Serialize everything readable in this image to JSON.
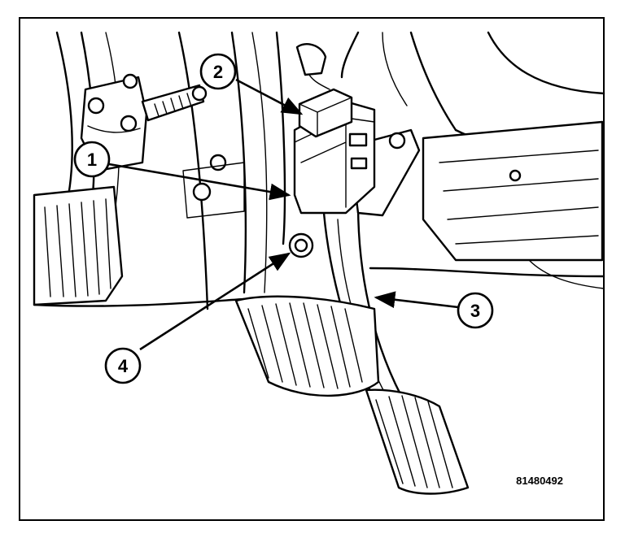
{
  "callouts": [
    {
      "label": "1"
    },
    {
      "label": "2"
    },
    {
      "label": "3"
    },
    {
      "label": "4"
    }
  ],
  "figure_id": "81480492"
}
